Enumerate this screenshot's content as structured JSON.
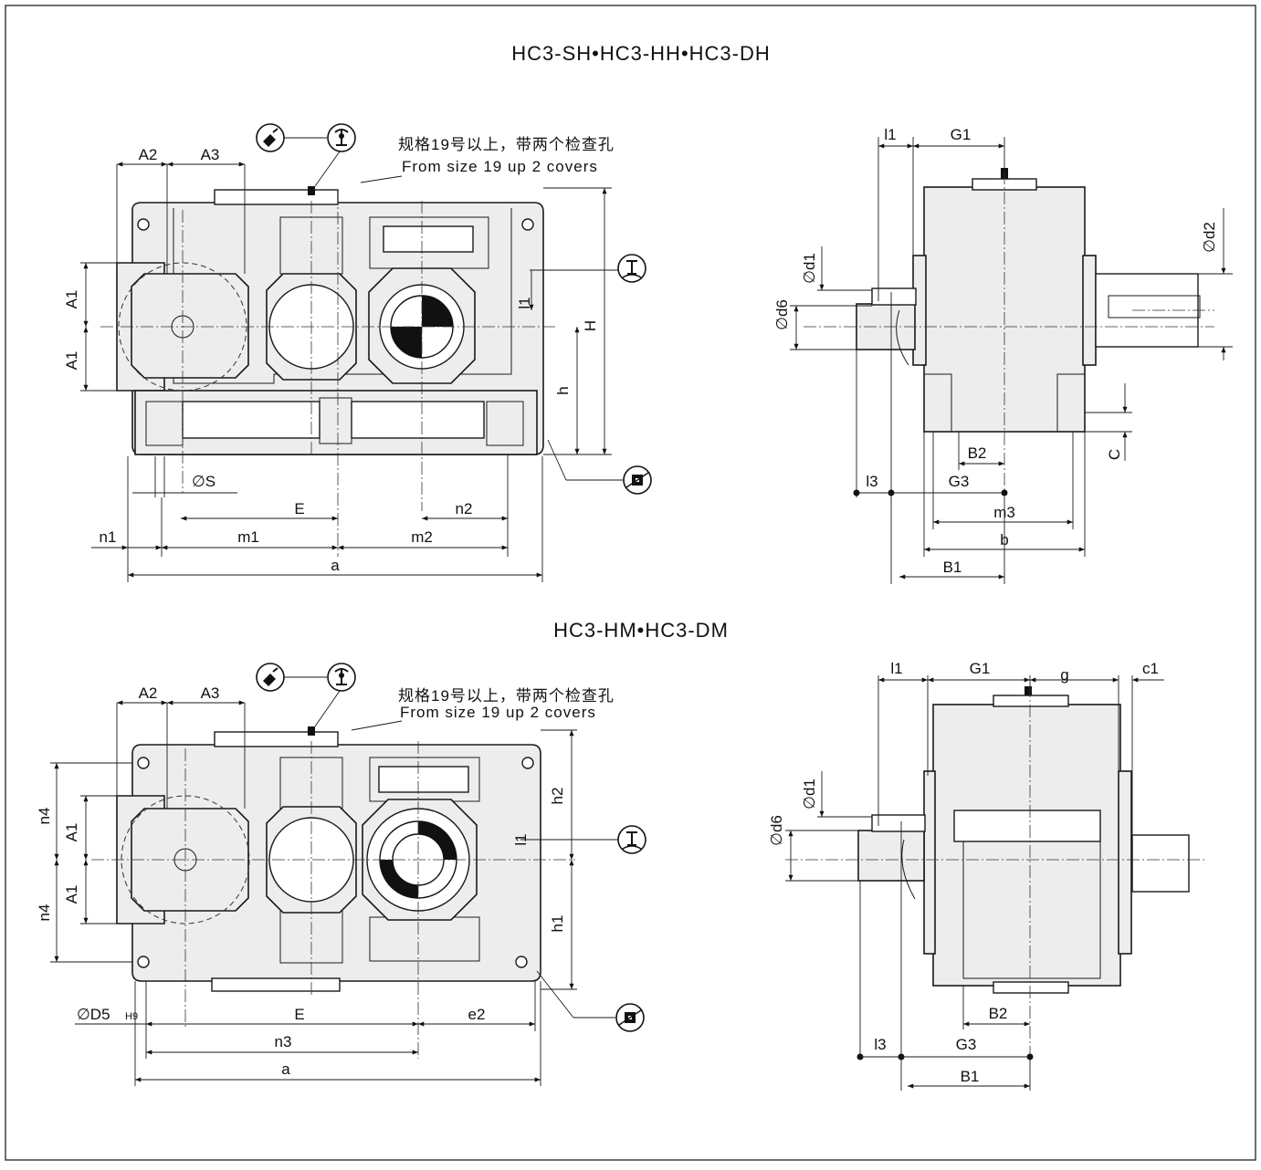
{
  "titles": {
    "top": "HC3-SH•HC3-HH•HC3-DH",
    "bottom": "HC3-HM•HC3-DM"
  },
  "note": {
    "cn": "规格19号以上，带两个检查孔",
    "en": "From size 19 up 2 covers"
  },
  "top_front_labels": {
    "A2": "A2",
    "A3": "A3",
    "A1a": "A1",
    "A1b": "A1",
    "H": "H",
    "h": "h",
    "l1": "l1",
    "S": "∅S",
    "E": "E",
    "n2": "n2",
    "n1": "n1",
    "m1": "m1",
    "m2": "m2",
    "a": "a"
  },
  "top_side_labels": {
    "l1": "l1",
    "G1": "G1",
    "d2": "∅d2",
    "d1": "∅d1",
    "d6": "∅d6",
    "C": "C",
    "B2": "B2",
    "l3": "l3",
    "G3": "G3",
    "m3": "m3",
    "b": "b",
    "B1": "B1"
  },
  "bottom_front_labels": {
    "A2": "A2",
    "A3": "A3",
    "n4a": "n4",
    "n4b": "n4",
    "A1a": "A1",
    "A1b": "A1",
    "h2": "h2",
    "h1": "h1",
    "l1": "l1",
    "D5": "∅D5",
    "D5tol": "H9",
    "E": "E",
    "e2": "e2",
    "n3": "n3",
    "a": "a"
  },
  "bottom_side_labels": {
    "l1": "l1",
    "G1": "G1",
    "g": "g",
    "c1": "c1",
    "d1": "∅d1",
    "d6": "∅d6",
    "B2": "B2",
    "l3": "l3",
    "G3": "G3",
    "B1": "B1"
  },
  "icons": [
    "oil-fill-icon",
    "oil-drain-icon",
    "vent-icon",
    "oil-level-icon"
  ]
}
